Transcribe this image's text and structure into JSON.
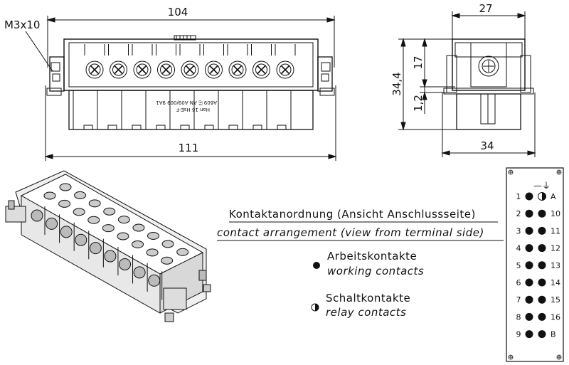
{
  "drawing": {
    "dimensions": {
      "top_width": "104",
      "bottom_width": "111",
      "thread_callout": "M3x10",
      "side_top_width": "27",
      "side_bottom_width": "34",
      "side_height_total": "34,4",
      "side_height_upper": "17",
      "side_height_lower": "1,2"
    },
    "part_marking": {
      "line1": "A609 ⎘ AN A09/009 9A1",
      "line2": "Han 16 HsE-F"
    }
  },
  "legend": {
    "heading_de": "Kontaktanordnung (Ansicht Anschlussseite)",
    "heading_en": "contact arrangement (view from terminal side)",
    "working_de": "Arbeitskontakte",
    "working_en": "working contacts",
    "relay_de": "Schaltkontakte",
    "relay_en": "relay contacts"
  },
  "pin_layout": {
    "ground_symbol": "—⏚",
    "rows": [
      {
        "left": "1",
        "left_type": "working",
        "right": "A",
        "right_type": "relay"
      },
      {
        "left": "2",
        "left_type": "working",
        "right": "10",
        "right_type": "working"
      },
      {
        "left": "3",
        "left_type": "working",
        "right": "11",
        "right_type": "working"
      },
      {
        "left": "4",
        "left_type": "working",
        "right": "12",
        "right_type": "working"
      },
      {
        "left": "5",
        "left_type": "working",
        "right": "13",
        "right_type": "working"
      },
      {
        "left": "6",
        "left_type": "working",
        "right": "14",
        "right_type": "working"
      },
      {
        "left": "7",
        "left_type": "working",
        "right": "15",
        "right_type": "working"
      },
      {
        "left": "8",
        "left_type": "working",
        "right": "16",
        "right_type": "working"
      },
      {
        "left": "9",
        "left_type": "working",
        "right": "B",
        "right_type": "working"
      }
    ]
  }
}
